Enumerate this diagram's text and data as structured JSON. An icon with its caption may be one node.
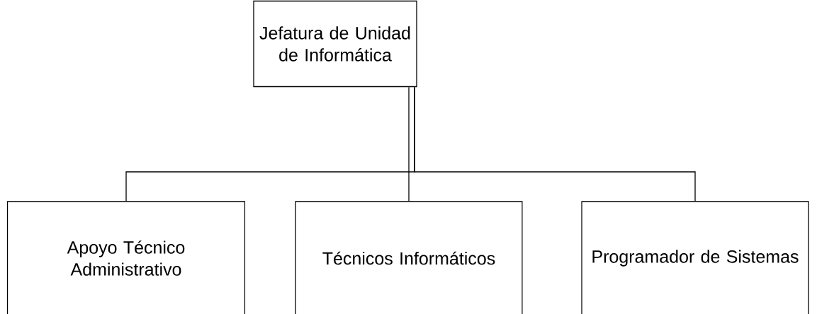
{
  "diagram": {
    "nodes": [
      {
        "text": [
          "Jefatura de Unidad de Informática"
        ]
      },
      {
        "text": [
          "Apoyo Técnico Administrativo"
        ]
      },
      {
        "text": [
          "Técnicos Informáticos"
        ]
      },
      {
        "text": [
          "Programador de Sistemas"
        ]
      }
    ],
    "edges": [
      {
        "from": 0,
        "to": 1,
        "arrow": "none"
      },
      {
        "from": 0,
        "to": 2,
        "arrow": "none"
      },
      {
        "from": 0,
        "to": 3,
        "arrow": "none"
      }
    ]
  }
}
